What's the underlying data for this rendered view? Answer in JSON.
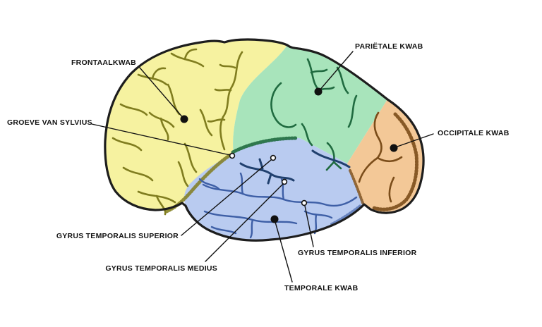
{
  "labels": {
    "frontal": "FRONTAALKWAB",
    "sylvius": "GROEVE VAN SYLVIUS",
    "parietal": "PARIËTALE KWAB",
    "occipital": "OCCIPITALE KWAB",
    "gyrus_superior": "GYRUS TEMPORALIS SUPERIOR",
    "gyrus_medius": "GYRUS TEMPORALIS MEDIUS",
    "gyrus_inferior": "GYRUS TEMPORALIS INFERIOR",
    "temporal": "TEMPORALE KWAB"
  },
  "colors": {
    "background": "#ffffff",
    "frontal_lobe": "#f6f2a0",
    "parietal_lobe": "#a8e4bb",
    "temporal_lobe": "#b9cbf0",
    "occipital_lobe": "#f3c897",
    "outline": "#1d1d1d",
    "frontal_sulci": "#807d1f",
    "parietal_sulci": "#206b40",
    "temporal_sulci": "#3e5fa6",
    "temporal_sulci_dark": "#20406e",
    "occipital_sulci": "#7b4d1a",
    "leader_line": "#111111",
    "label_text": "#111111"
  }
}
